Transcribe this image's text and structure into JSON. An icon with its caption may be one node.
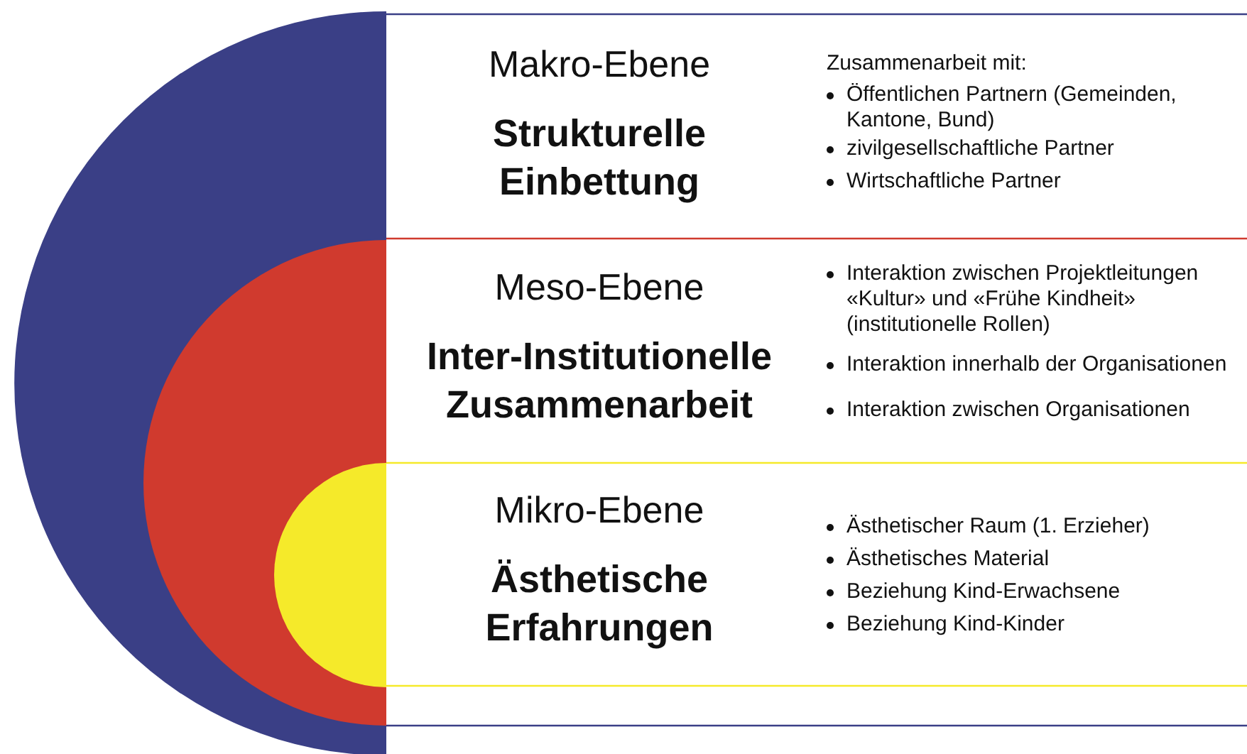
{
  "diagram": {
    "labels": [
      "Makro-Ebene",
      "Strukturelle Einbettung",
      "Zusammenarbeit mit:",
      "Öffentlichen Partnern (Gemeinden, Kantone, Bund)",
      "zivilgesellschaftliche Partner",
      "Wirtschaftliche Partner",
      "Meso-Ebene",
      "Inter-Institutionelle Zusammenarbeit",
      "Interaktion zwischen Projektleitungen «Kultur» und «Frühe Kindheit» (institutionelle Rollen)",
      "Interaktion innerhalb der Organisationen",
      "Interaktion zwischen Organisationen",
      "Mikro-Ebene",
      "Ästhetische Erfahrungen",
      "Ästhetischer Raum (1. Erzieher)",
      "Ästhetisches Material",
      "Beziehung Kind-Erwachsene",
      "Beziehung Kind-Kinder"
    ]
  }
}
